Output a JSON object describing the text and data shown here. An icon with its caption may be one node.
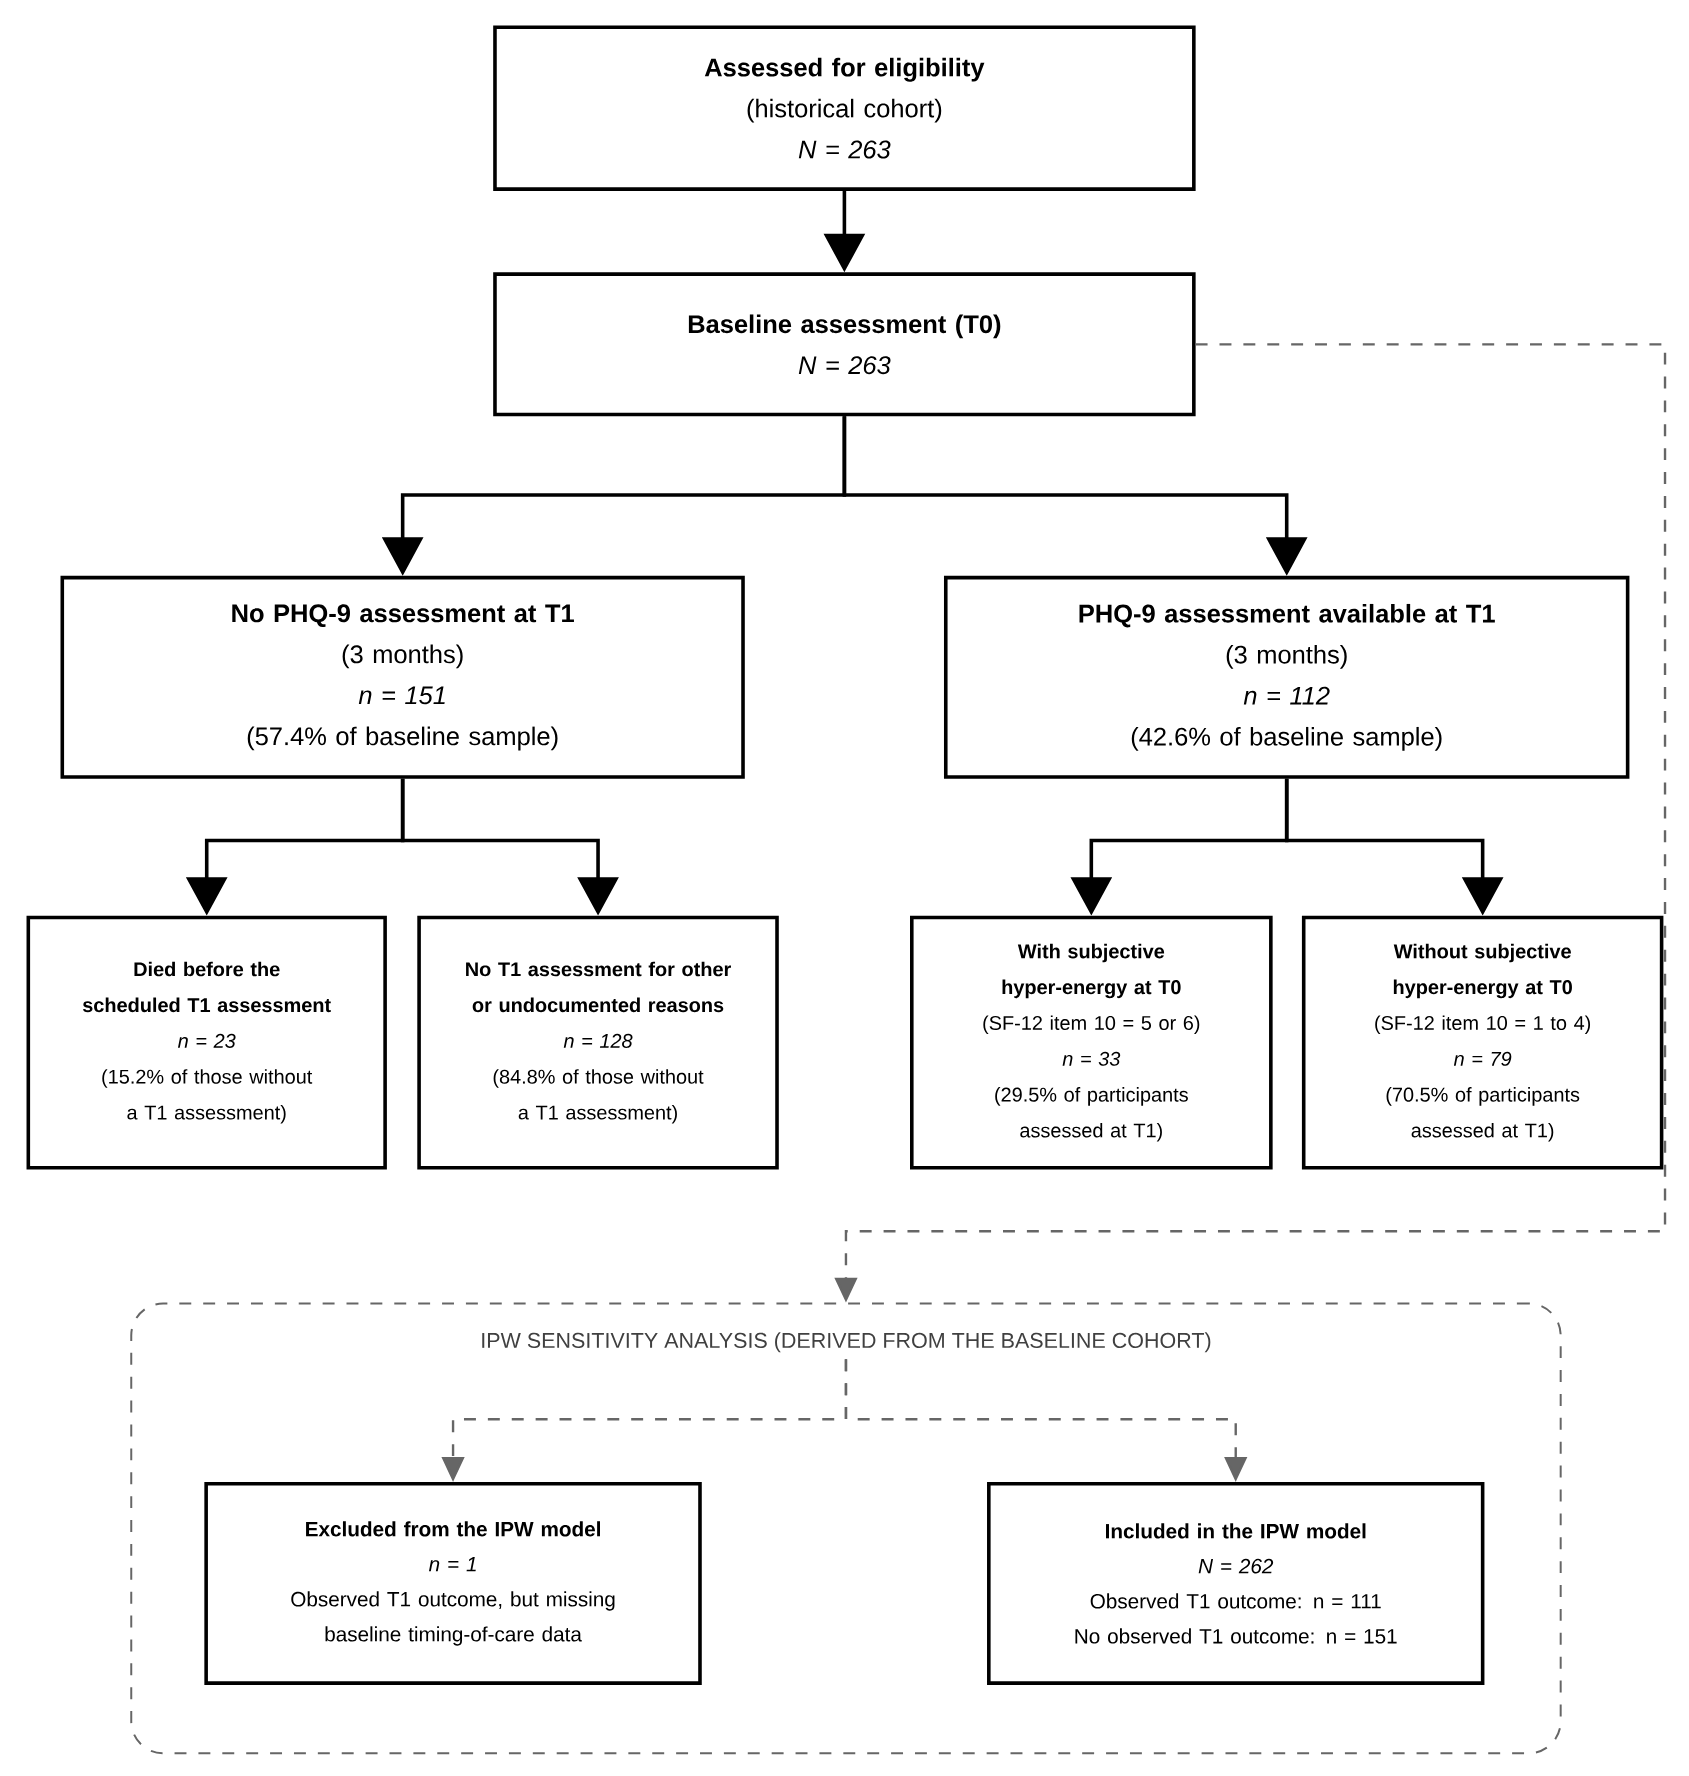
{
  "diagram": {
    "nodes": [
      {
        "text": [
          "Assessed for eligibility",
          "(historical cohort)",
          "N = 263"
        ]
      },
      {
        "text": [
          "Baseline assessment (T0)",
          "N = 263"
        ]
      },
      {
        "text": [
          "No PHQ-9 assessment at T1",
          "(3 months)",
          "n = 151",
          "(57.4% of baseline sample)"
        ]
      },
      {
        "text": [
          "PHQ-9 assessment available at T1",
          "(3 months)",
          "n = 112",
          "(42.6% of baseline sample)"
        ]
      },
      {
        "text": [
          "Died before the scheduled T1 assessment",
          "n = 23",
          "(15.2% of those without a T1 assessment)"
        ]
      },
      {
        "text": [
          "No T1 assessment for other or undocumented reasons",
          "n = 128",
          "(84.8% of those without a T1 assessment)"
        ]
      },
      {
        "text": [
          "With subjective hyper-energy at T0",
          "(SF-12 item 10 = 5 or 6)",
          "n = 33",
          "(29.5% of participants assessed at T1)"
        ]
      },
      {
        "text": [
          "Without subjective hyper-energy at T0",
          "(SF-12 item 10 = 1 to 4)",
          "n = 79",
          "(70.5% of participants assessed at T1)"
        ]
      },
      {
        "text": [
          "IPW SENSITIVITY ANALYSIS (DERIVED FROM THE BASELINE COHORT)"
        ]
      },
      {
        "text": [
          "Excluded from the IPW model",
          "n = 1",
          "Observed T1 outcome, but missing baseline timing-of-care data"
        ],
        "in": 8
      },
      {
        "text": [
          "Included in the IPW model",
          "N = 262",
          "Observed T1 outcome: n = 111",
          "No observed T1 outcome: n = 151"
        ],
        "in": 8
      }
    ],
    "edges": [
      {
        "from": 0,
        "to": 1,
        "arrow": "to"
      },
      {
        "from": 1,
        "to": 2,
        "arrow": "to"
      },
      {
        "from": 1,
        "to": 3,
        "arrow": "to"
      },
      {
        "from": 2,
        "to": 4,
        "arrow": "to"
      },
      {
        "from": 2,
        "to": 5,
        "arrow": "to"
      },
      {
        "from": 3,
        "to": 6,
        "arrow": "to"
      },
      {
        "from": 3,
        "to": 7,
        "arrow": "to"
      },
      {
        "from": 1,
        "to": 8,
        "arrow": "to",
        "style": "dashed",
        "color": "#666666"
      },
      {
        "from": 8,
        "to": 9,
        "arrow": "to",
        "style": "dashed",
        "color": "#666666"
      },
      {
        "from": 8,
        "to": 10,
        "arrow": "to",
        "style": "dashed",
        "color": "#666666"
      }
    ]
  }
}
